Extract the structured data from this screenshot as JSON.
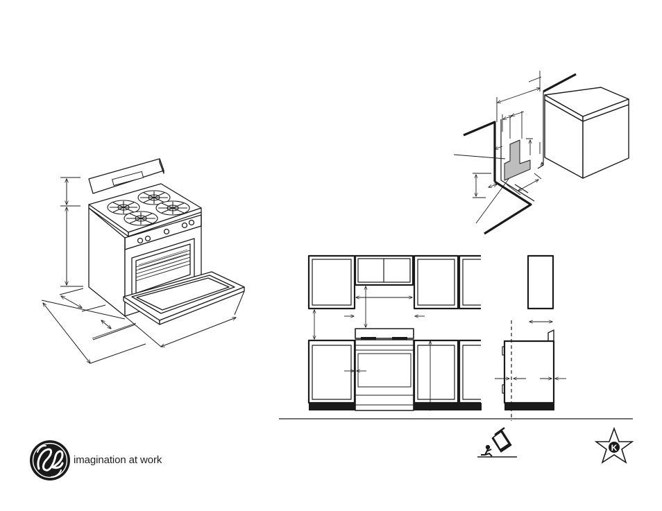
{
  "brand": {
    "logo": "ge-monogram-logo",
    "tagline": "imagination at work"
  },
  "figures": [
    {
      "name": "range-dimension-drawing",
      "depicts": "freestanding gas range with open oven door and dimension arrows"
    },
    {
      "name": "gas-supply-location-drawing",
      "depicts": "wall corner with shaded gas supply zone next to range"
    },
    {
      "name": "installation-elevation-drawing",
      "depicts": "front and side cabinet elevation with range between cabinets"
    }
  ],
  "icons": [
    "anti-tip-bracket-icon",
    "kosher-star-k-icon"
  ],
  "colors": {
    "line": "#1a1a1a",
    "zone_fill": "#bdbdbd",
    "toe_kick": "#1a1a1a",
    "background": "#ffffff"
  }
}
